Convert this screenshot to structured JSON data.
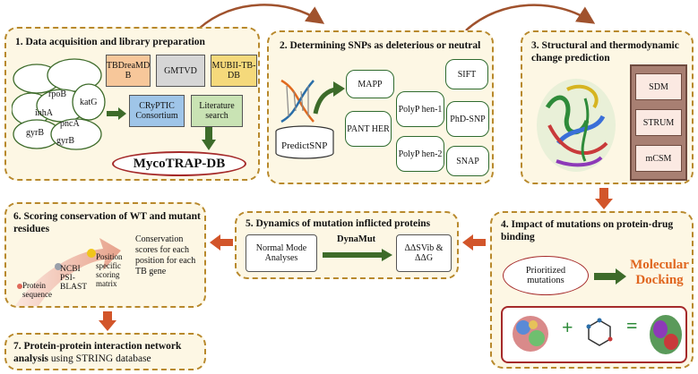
{
  "panels": {
    "p1": {
      "title": "1. Data acquisition and library preparation",
      "genes": [
        "rpoB",
        "katG",
        "inhA",
        "pncA",
        "gyrB",
        "gyrB"
      ],
      "databases": [
        "TBDreaMD B",
        "GMTVD",
        "MUBII-TB-DB",
        "CRyPTIC Consortium",
        "Literature search"
      ],
      "output": "MycoTRAP-DB"
    },
    "p2": {
      "title": "2. Determining SNPs as deleterious or neutral",
      "tools": [
        "MAPP",
        "PolyP hen-1",
        "SIFT",
        "PANT HER",
        "PhD-SNP",
        "PolyP hen-2",
        "SNAP"
      ],
      "meta": "PredictSNP"
    },
    "p3": {
      "title": "3. Structural and thermodynamic change prediction",
      "tools": [
        "SDM",
        "STRUM",
        "mCSM"
      ]
    },
    "p4": {
      "title": "4. Impact of mutations on protein-drug binding",
      "input": "Prioritized mutations",
      "method": "Molecular Docking"
    },
    "p5": {
      "title": "5. Dynamics of mutation inflicted proteins",
      "input": "Normal Mode Analyses",
      "tool": "DynaMut",
      "output": "ΔΔSVib & ΔΔG"
    },
    "p6": {
      "title": "6. Scoring conservation of WT and mutant residues",
      "labels": [
        "Protein sequence",
        "NCBI PSI-BLAST",
        "Position specific scoring matrix"
      ],
      "result": "Conservation scores for each position for each TB gene"
    },
    "p7": {
      "title_bold": "7. Protein-protein interaction network analysis",
      "title_rest": " using STRING database"
    }
  },
  "colors": {
    "panel_bg": "#fdf7e4",
    "panel_border": "#b8892c",
    "green": "#3d6b2a",
    "orange_arrow": "#d2552a",
    "accent_red": "#a52a2a",
    "docking_orange": "#e0661f"
  }
}
